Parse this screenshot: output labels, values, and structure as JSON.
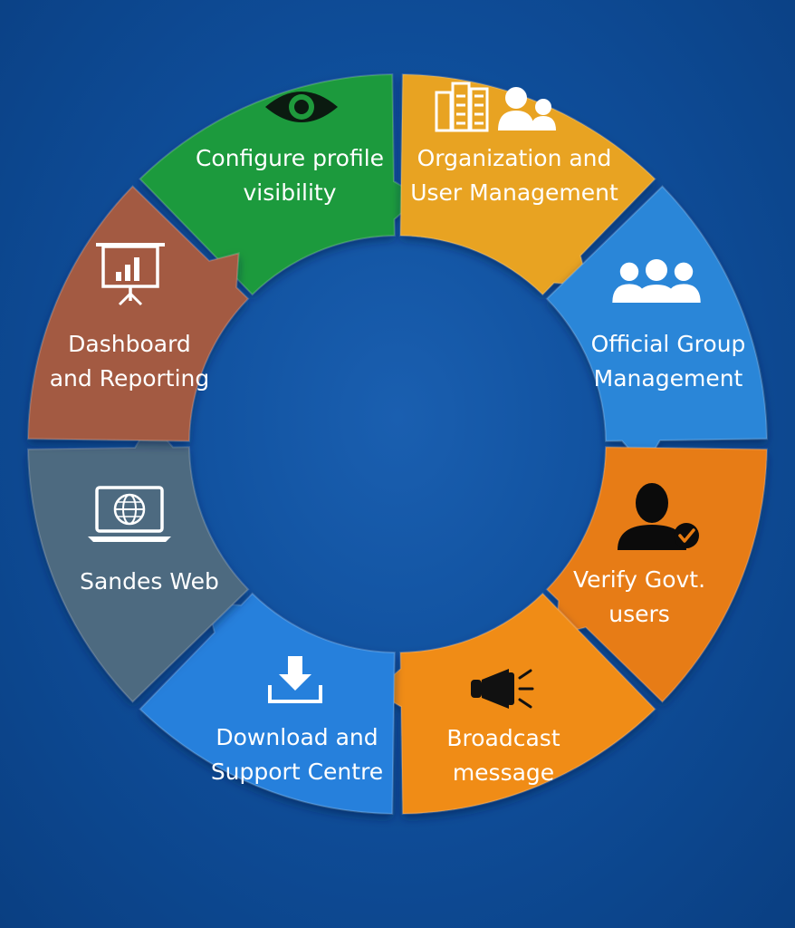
{
  "diagram": {
    "background_color": "#0f4f9c",
    "segments": [
      {
        "id": "configure-profile-visibility",
        "lines": [
          "Configure profile",
          "visibility"
        ],
        "icon": "eye-icon",
        "color": "#1f9a3c",
        "icon_color": "#0b1a10"
      },
      {
        "id": "organization-user-management",
        "lines": [
          "Organization and",
          "User Management"
        ],
        "icon": "buildings-users-icon",
        "color": "#e8a321",
        "icon_color": "#ffffff"
      },
      {
        "id": "official-group-management",
        "lines": [
          "Official Group",
          "Management"
        ],
        "icon": "group-icon",
        "color": "#2a86d8",
        "icon_color": "#ffffff"
      },
      {
        "id": "verify-govt-users",
        "lines": [
          "Verify Govt.",
          "users"
        ],
        "icon": "verified-user-icon",
        "color": "#e77c12",
        "icon_color": "#0b0b0b"
      },
      {
        "id": "broadcast-message",
        "lines": [
          "Broadcast",
          "message"
        ],
        "icon": "megaphone-icon",
        "color": "#f08c16",
        "icon_color": "#111111"
      },
      {
        "id": "download-support-centre",
        "lines": [
          "Download and",
          "Support Centre"
        ],
        "icon": "download-icon",
        "color": "#2580dc",
        "icon_color": "#ffffff"
      },
      {
        "id": "sandes-web",
        "lines": [
          "Sandes Web"
        ],
        "icon": "laptop-globe-icon",
        "color": "#4d6a80",
        "icon_color": "#ffffff"
      },
      {
        "id": "dashboard-reporting",
        "lines": [
          "Dashboard",
          "and Reporting"
        ],
        "icon": "presentation-chart-icon",
        "color": "#a35a43",
        "icon_color": "#ffffff"
      }
    ]
  }
}
